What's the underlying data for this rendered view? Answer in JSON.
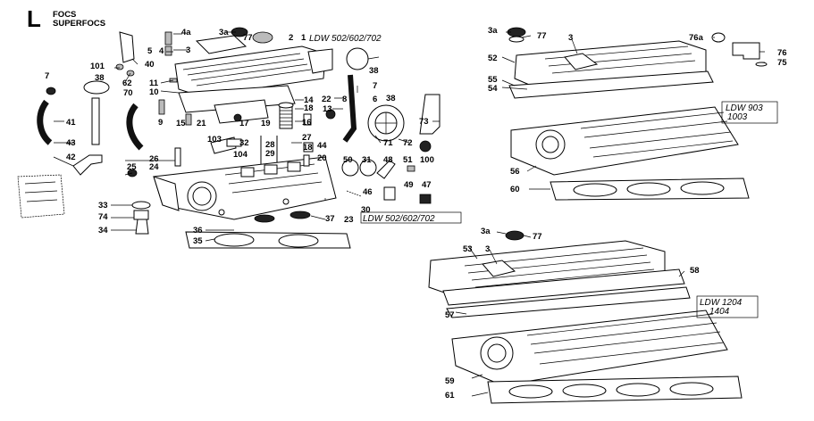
{
  "header": {
    "section_letter": "L",
    "line1": "FOCS",
    "line2": "SUPERFOCS"
  },
  "models": {
    "ldw_502_602_702_top": "LDW 502/602/702",
    "ldw_502_602_702_box": "LDW 502/602/702",
    "ldw_903_line1": "LDW 903",
    "ldw_903_line2": "1003",
    "ldw_1204_line1": "LDW 1204",
    "ldw_1204_line2": "1404"
  },
  "part_labels": {
    "p4a": "4a",
    "p4": "4",
    "p3a_left": "3a",
    "p77_left": "77",
    "p2": "2",
    "p1": "1",
    "p5": "5",
    "p3_left": "3",
    "p101": "101",
    "p40": "40",
    "p38_top": "38",
    "p7_left": "7",
    "p62": "62",
    "p38_mid": "38",
    "p11": "11",
    "p10": "10",
    "p70": "70",
    "p22": "22",
    "p8": "8",
    "p6": "6",
    "p7_right": "7",
    "p14": "14",
    "p18_upper": "18",
    "p41": "41",
    "p9": "9",
    "p15": "15",
    "p21": "21",
    "p17": "17",
    "p19": "19",
    "p16": "16",
    "p13": "13",
    "p38_ring": "38",
    "p73": "73",
    "p103": "103",
    "p32": "32",
    "p28": "28",
    "p27": "27",
    "p44": "44",
    "p71": "71",
    "p72": "72",
    "p43": "43",
    "p104": "104",
    "p29": "29",
    "p18_lower": "18",
    "p20": "20",
    "p50": "50",
    "p31": "31",
    "p48": "48",
    "p51": "51",
    "p100": "100",
    "p42": "42",
    "p26": "26",
    "p24": "24",
    "p25": "25",
    "p49": "49",
    "p46": "46",
    "p47": "47",
    "p33": "33",
    "p30": "30",
    "p74": "74",
    "p37": "37",
    "p23": "23",
    "p34": "34",
    "p36": "36",
    "p35": "35",
    "p3a_r1": "3a",
    "p77_r1": "77",
    "p3_r1": "3",
    "p76a": "76a",
    "p76": "76",
    "p75": "75",
    "p52": "52",
    "p55": "55",
    "p54": "54",
    "p56": "56",
    "p60": "60",
    "p3a_r2": "3a",
    "p77_r2": "77",
    "p53": "53",
    "p3_r2": "3",
    "p58": "58",
    "p57": "57",
    "p59": "59",
    "p61": "61"
  }
}
